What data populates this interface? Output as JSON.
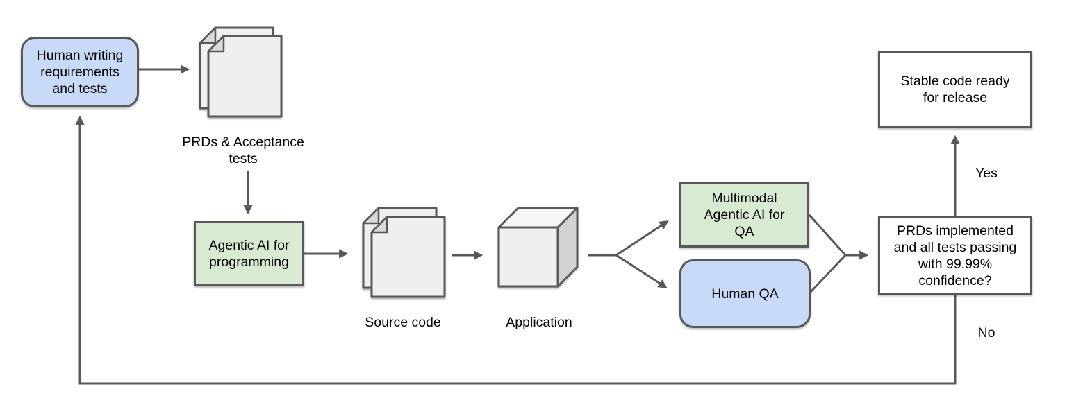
{
  "colors": {
    "node_blue_fill": "#c9daf8",
    "node_green_fill": "#d9ead3",
    "node_white_fill": "#ffffff",
    "shape_gray_fill": "#efefef",
    "page_fold_fill": "#d9d9d9",
    "cube_top_fill": "#f7f7f7",
    "cube_side_fill": "#d2d2d2",
    "line": "#58585a",
    "text": "#000000"
  },
  "nodes": {
    "human_writing": {
      "label": "Human writing\nrequirements\nand tests"
    },
    "prds_docs": {
      "label": "PRDs & Acceptance\ntests",
      "icon": "documents-icon"
    },
    "agentic_programming": {
      "label": "Agentic AI for\nprogramming"
    },
    "source_code": {
      "label": "Source code",
      "icon": "documents-icon"
    },
    "application": {
      "label": "Application",
      "icon": "cube-icon"
    },
    "multimodal_qa": {
      "label": "Multimodal\nAgentic AI for\nQA"
    },
    "human_qa": {
      "label": "Human QA"
    },
    "decision": {
      "label": "PRDs implemented\nand all tests passing\nwith 99.99%\nconfidence?"
    },
    "stable_release": {
      "label": "Stable code ready\nfor release"
    }
  },
  "edge_labels": {
    "yes": "Yes",
    "no": "No"
  }
}
